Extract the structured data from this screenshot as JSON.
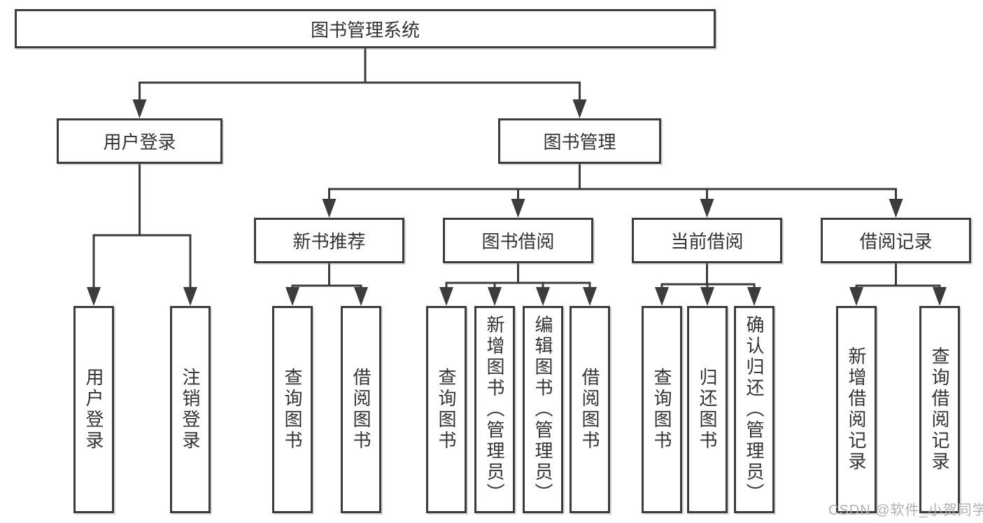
{
  "diagram": {
    "title": "图书管理系统",
    "watermark": "CSDN @软件_小贺同学",
    "colors": {
      "line": "#3c3c3c",
      "box_border": "#3c3c3c",
      "text": "#333333",
      "watermark": "#b0b0b0",
      "background": "#ffffff"
    },
    "nodes": [
      {
        "id": "system",
        "label": "图书管理系统",
        "parent": null,
        "orientation": "horizontal"
      },
      {
        "id": "user-login",
        "label": "用户登录",
        "parent": "system",
        "orientation": "horizontal"
      },
      {
        "id": "book-management",
        "label": "图书管理",
        "parent": "system",
        "orientation": "horizontal"
      },
      {
        "id": "new-book-recommend",
        "label": "新书推荐",
        "parent": "book-management",
        "orientation": "horizontal"
      },
      {
        "id": "book-borrow",
        "label": "图书借阅",
        "parent": "book-management",
        "orientation": "horizontal"
      },
      {
        "id": "current-borrow",
        "label": "当前借阅",
        "parent": "book-management",
        "orientation": "horizontal"
      },
      {
        "id": "borrow-records",
        "label": "借阅记录",
        "parent": "book-management",
        "orientation": "horizontal"
      },
      {
        "id": "user-login-leaf",
        "label": "用户登录",
        "parent": "user-login",
        "orientation": "vertical"
      },
      {
        "id": "logout-leaf",
        "label": "注销登录",
        "parent": "user-login",
        "orientation": "vertical"
      },
      {
        "id": "query-book-recommend",
        "label": "查询图书",
        "parent": "new-book-recommend",
        "orientation": "vertical"
      },
      {
        "id": "borrow-book-recommend",
        "label": "借阅图书",
        "parent": "new-book-recommend",
        "orientation": "vertical"
      },
      {
        "id": "query-book-borrow",
        "label": "查询图书",
        "parent": "book-borrow",
        "orientation": "vertical"
      },
      {
        "id": "add-book-admin",
        "label": "新增图书（管理员）",
        "parent": "book-borrow",
        "orientation": "vertical"
      },
      {
        "id": "edit-book-admin",
        "label": "编辑图书（管理员）",
        "parent": "book-borrow",
        "orientation": "vertical"
      },
      {
        "id": "borrow-book",
        "label": "借阅图书",
        "parent": "book-borrow",
        "orientation": "vertical"
      },
      {
        "id": "query-book-current",
        "label": "查询图书",
        "parent": "current-borrow",
        "orientation": "vertical"
      },
      {
        "id": "return-book",
        "label": "归还图书",
        "parent": "current-borrow",
        "orientation": "vertical"
      },
      {
        "id": "confirm-return-admin",
        "label": "确认归还（管理员）",
        "parent": "current-borrow",
        "orientation": "vertical"
      },
      {
        "id": "add-borrow-record",
        "label": "新增借阅记录",
        "parent": "borrow-records",
        "orientation": "vertical"
      },
      {
        "id": "query-borrow-record",
        "label": "查询借阅记录",
        "parent": "borrow-records",
        "orientation": "vertical"
      }
    ]
  }
}
